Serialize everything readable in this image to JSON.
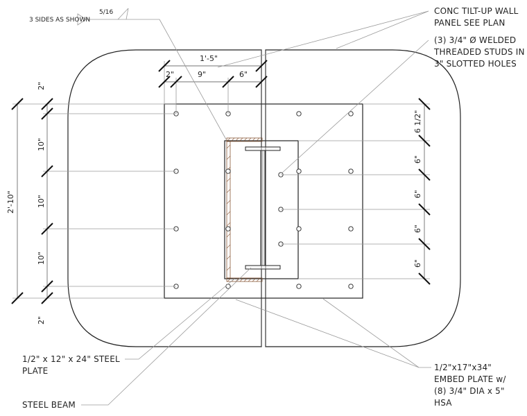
{
  "notes": {
    "weld_sides": "3 SIDES AS SHOWN",
    "weld_size": "5/16",
    "wall_panel_line1": "CONC TILT-UP WALL",
    "wall_panel_line2": "PANEL SEE PLAN",
    "studs_line1": "(3) 3/4\" Ø WELDED",
    "studs_line2": "THREADED STUDS IN",
    "studs_line3": "3\" SLOTTED HOLES",
    "steel_plate_line1": "1/2\" x 12\" x 24\" STEEL",
    "steel_plate_line2": "PLATE",
    "steel_beam": "STEEL BEAM",
    "embed_line1": "1/2\"x17\"x34\"",
    "embed_line2": "EMBED PLATE w/",
    "embed_line3": "(8) 3/4\" DIA x 5\"",
    "embed_line4": "HSA"
  },
  "dims": {
    "top_overall": "1'-5\"",
    "top_a": "2\"",
    "top_b": "9\"",
    "top_c": "6\"",
    "left_overall": "2'-10\"",
    "left_1": "2\"",
    "left_2": "10\"",
    "left_3": "10\"",
    "left_4": "10\"",
    "left_5": "2\"",
    "right_1": "6 1/2\"",
    "right_2": "6\"",
    "right_3": "6\"",
    "right_4": "6\"",
    "right_5": "6\""
  }
}
